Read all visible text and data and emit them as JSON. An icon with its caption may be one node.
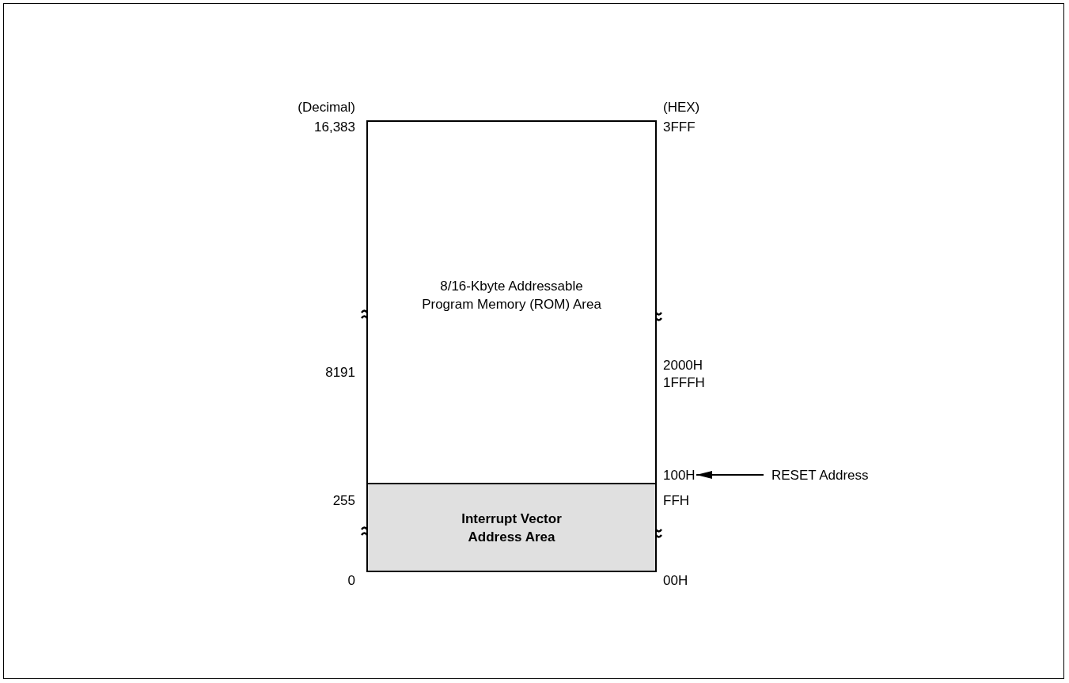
{
  "diagram": {
    "nodes": [
      {
        "text": [
          "8/16-Kbyte Addressable Program Memory (ROM) Area"
        ]
      },
      {
        "text": [
          "Interrupt Vector Address Area"
        ]
      },
      {
        "text": [
          "100H"
        ]
      },
      {
        "text": [
          "RESET Address"
        ]
      }
    ],
    "edges": [
      {
        "from": 3,
        "to": 2,
        "arrow": "to"
      }
    ],
    "labels": [
      "(Decimal)",
      "(HEX)",
      "16,383",
      "3FFF",
      "2000H",
      "8191",
      "1FFFH",
      "255",
      "FFH",
      "0",
      "00H"
    ]
  }
}
